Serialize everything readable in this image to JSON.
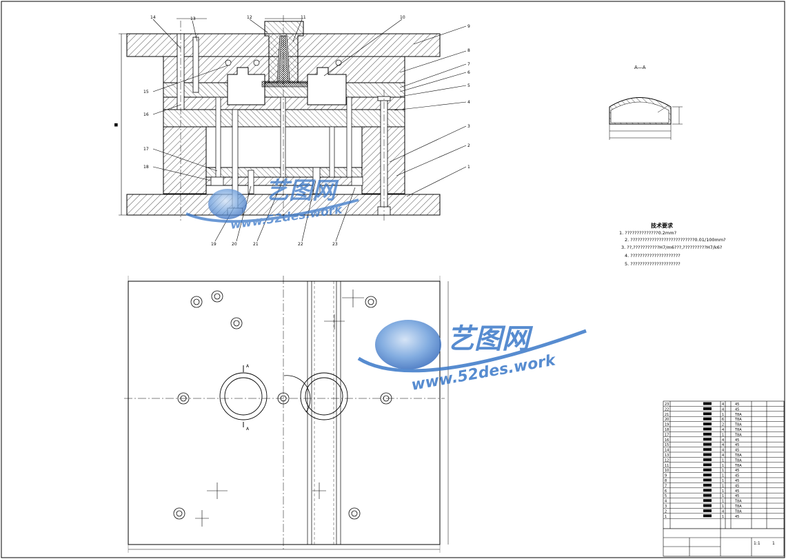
{
  "section_label": "A—A",
  "tech_requirements": {
    "title": "技术要求",
    "items": [
      "1. ??????????????0.2mm?",
      "2. ???????????????????????????0.01/100mm?",
      "3. ??,???????????H7/m6???,??????????H7/k6?",
      "4. ?????????????????????",
      "5. ?????????????????????"
    ]
  },
  "part_callouts": [
    "1",
    "2",
    "3",
    "4",
    "5",
    "6",
    "7",
    "8",
    "9",
    "10",
    "11",
    "12",
    "13",
    "14",
    "15",
    "16",
    "17",
    "18",
    "19",
    "20",
    "21",
    "22",
    "23"
  ],
  "watermark": {
    "text_cn": "艺图网",
    "text_url": "www.52des.work",
    "color": "#3a78c8"
  },
  "bom": {
    "rows": [
      {
        "no": "23",
        "qty": "4",
        "mat": "45"
      },
      {
        "no": "22",
        "qty": "4",
        "mat": "45"
      },
      {
        "no": "21",
        "qty": "1",
        "mat": "T8A"
      },
      {
        "no": "20",
        "qty": "6",
        "mat": "T8A"
      },
      {
        "no": "19",
        "qty": "2",
        "mat": "T8A"
      },
      {
        "no": "18",
        "qty": "4",
        "mat": "T8A"
      },
      {
        "no": "17",
        "qty": "1",
        "mat": "T8A"
      },
      {
        "no": "16",
        "qty": "4",
        "mat": "45"
      },
      {
        "no": "15",
        "qty": "4",
        "mat": "45"
      },
      {
        "no": "14",
        "qty": "4",
        "mat": "45"
      },
      {
        "no": "13",
        "qty": "4",
        "mat": "T8A"
      },
      {
        "no": "12",
        "qty": "1",
        "mat": "T8A"
      },
      {
        "no": "11",
        "qty": "1",
        "mat": "T8A"
      },
      {
        "no": "10",
        "qty": "1",
        "mat": "45"
      },
      {
        "no": "9",
        "qty": "1",
        "mat": "45"
      },
      {
        "no": "8",
        "qty": "1",
        "mat": "45"
      },
      {
        "no": "7",
        "qty": "1",
        "mat": "45"
      },
      {
        "no": "6",
        "qty": "1",
        "mat": "45"
      },
      {
        "no": "5",
        "qty": "1",
        "mat": "45"
      },
      {
        "no": "4",
        "qty": "1",
        "mat": "T8A"
      },
      {
        "no": "3",
        "qty": "1",
        "mat": "T8A"
      },
      {
        "no": "2",
        "qty": "4",
        "mat": "T8A"
      },
      {
        "no": "1",
        "qty": "1",
        "mat": "45"
      }
    ],
    "title_block_scale": "1:1",
    "sheet_no": "1"
  }
}
